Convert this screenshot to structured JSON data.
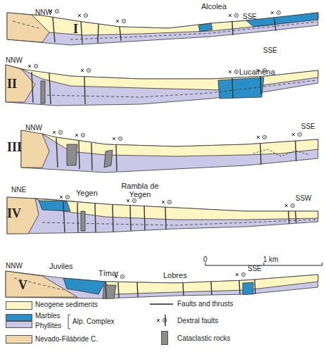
{
  "diagram": {
    "labels": [
      "I",
      "NNW",
      "Alcolea",
      "SSE",
      "II",
      "NNW",
      "Lucainena",
      "SSE",
      "III",
      "NNW",
      "SSE",
      "IV",
      "NNE",
      "Yegen",
      "Rambla de Yegen",
      "SSW",
      "V",
      "NNW",
      "Juviles",
      "Tímar",
      "Lobres",
      "SSE",
      "0",
      "1 km",
      "Alp. Complex"
    ],
    "legend": [
      {
        "text": "Neogene sediments",
        "color": "#fdf5c2"
      },
      {
        "text": "Marbles",
        "color": "#2a8fc6"
      },
      {
        "text": "Phyllites",
        "color": "#cbc7e6"
      },
      {
        "text": "Nevado-Filábride C.",
        "color": "#f1d6a8"
      },
      {
        "text": "Faults and thrusts"
      },
      {
        "text": "Dextral faults"
      },
      {
        "text": "Cataclastic rocks",
        "color": "#8c8c8c"
      }
    ]
  }
}
